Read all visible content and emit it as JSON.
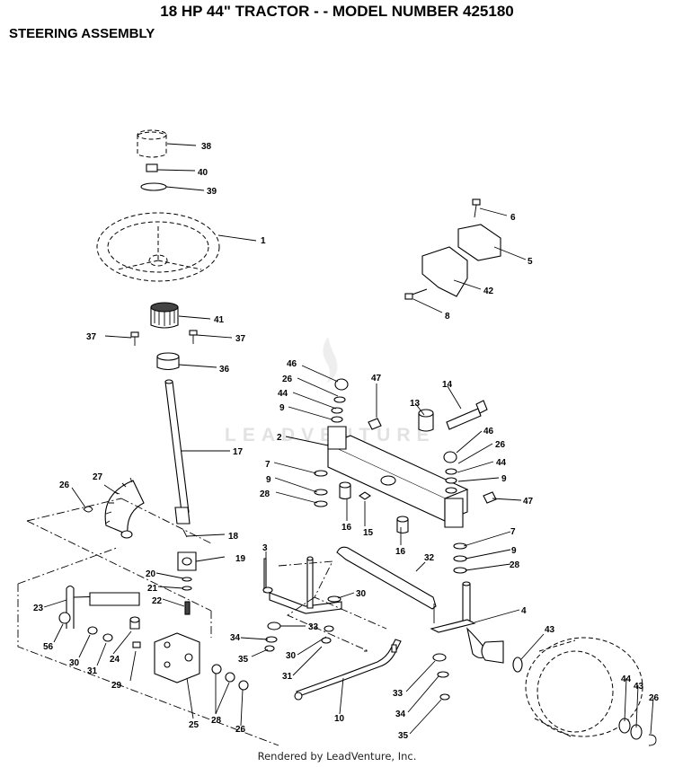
{
  "title": "18 HP 44\" TRACTOR - - MODEL NUMBER 425180",
  "subtitle": "STEERING ASSEMBLY",
  "footer": "Rendered by LeadVenture, Inc.",
  "watermark": "LEADVENTURE",
  "callouts": [
    {
      "id": "c38a",
      "text": "38"
    },
    {
      "id": "c40",
      "text": "40"
    },
    {
      "id": "c39",
      "text": "39"
    },
    {
      "id": "c1",
      "text": "1"
    },
    {
      "id": "c41",
      "text": "41"
    },
    {
      "id": "c37a",
      "text": "37"
    },
    {
      "id": "c37b",
      "text": "37"
    },
    {
      "id": "c36",
      "text": "36"
    },
    {
      "id": "c17",
      "text": "17"
    },
    {
      "id": "c27",
      "text": "27"
    },
    {
      "id": "c26a",
      "text": "26"
    },
    {
      "id": "c18",
      "text": "18"
    },
    {
      "id": "c19",
      "text": "19"
    },
    {
      "id": "c20",
      "text": "20"
    },
    {
      "id": "c21",
      "text": "21"
    },
    {
      "id": "c22",
      "text": "22"
    },
    {
      "id": "c23",
      "text": "23"
    },
    {
      "id": "c56",
      "text": "56"
    },
    {
      "id": "c30a",
      "text": "30"
    },
    {
      "id": "c31a",
      "text": "31"
    },
    {
      "id": "c24",
      "text": "24"
    },
    {
      "id": "c29",
      "text": "29"
    },
    {
      "id": "c25",
      "text": "25"
    },
    {
      "id": "c28a",
      "text": "28"
    },
    {
      "id": "c26b",
      "text": "26"
    },
    {
      "id": "c6",
      "text": "6"
    },
    {
      "id": "c5",
      "text": "5"
    },
    {
      "id": "c42",
      "text": "42"
    },
    {
      "id": "c8",
      "text": "8"
    },
    {
      "id": "c46a",
      "text": "46"
    },
    {
      "id": "c26c",
      "text": "26"
    },
    {
      "id": "c44a",
      "text": "44"
    },
    {
      "id": "c9a",
      "text": "9"
    },
    {
      "id": "c2",
      "text": "2"
    },
    {
      "id": "c7a",
      "text": "7"
    },
    {
      "id": "c9b",
      "text": "9"
    },
    {
      "id": "c28b",
      "text": "28"
    },
    {
      "id": "c47a",
      "text": "47"
    },
    {
      "id": "c13",
      "text": "13"
    },
    {
      "id": "c14",
      "text": "14"
    },
    {
      "id": "c46b",
      "text": "46"
    },
    {
      "id": "c26d",
      "text": "26"
    },
    {
      "id": "c44b",
      "text": "44"
    },
    {
      "id": "c9c",
      "text": "9"
    },
    {
      "id": "c47b",
      "text": "47"
    },
    {
      "id": "c16a",
      "text": "16"
    },
    {
      "id": "c15",
      "text": "15"
    },
    {
      "id": "c16b",
      "text": "16"
    },
    {
      "id": "c7b",
      "text": "7"
    },
    {
      "id": "c9d",
      "text": "9"
    },
    {
      "id": "c28c",
      "text": "28"
    },
    {
      "id": "c3",
      "text": "3"
    },
    {
      "id": "c32",
      "text": "32"
    },
    {
      "id": "c4",
      "text": "4"
    },
    {
      "id": "c30b",
      "text": "30"
    },
    {
      "id": "c33a",
      "text": "33"
    },
    {
      "id": "c34a",
      "text": "34"
    },
    {
      "id": "c30c",
      "text": "30"
    },
    {
      "id": "c35a",
      "text": "35"
    },
    {
      "id": "c31b",
      "text": "31"
    },
    {
      "id": "c10",
      "text": "10"
    },
    {
      "id": "c33b",
      "text": "33"
    },
    {
      "id": "c34b",
      "text": "34"
    },
    {
      "id": "c35b",
      "text": "35"
    },
    {
      "id": "c43a",
      "text": "43"
    },
    {
      "id": "c44c",
      "text": "44"
    },
    {
      "id": "c43b",
      "text": "43"
    },
    {
      "id": "c26e",
      "text": "26"
    }
  ]
}
